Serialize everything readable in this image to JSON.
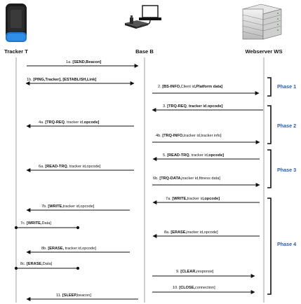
{
  "actors": [
    {
      "label": "Tracker T",
      "icon": "tracker-device-icon"
    },
    {
      "label": "Base B",
      "icon": "laptop-dock-icon"
    },
    {
      "label": "Webserver WS",
      "icon": "server-stack-icon"
    }
  ],
  "messages": [
    {
      "parts": [
        [
          "1a. ",
          0
        ],
        [
          "[SEND,Beacon]",
          1
        ]
      ]
    },
    {
      "parts": [
        [
          "1b. ",
          0
        ],
        [
          "[PING,Tracker], [ESTABLISH,Link]",
          1
        ]
      ]
    },
    {
      "parts": [
        [
          "2. ",
          0
        ],
        [
          "[BS-INFO,",
          1
        ],
        [
          "Client id",
          0
        ],
        [
          ",Platform data]",
          1
        ]
      ]
    },
    {
      "parts": [
        [
          "3. ",
          0
        ],
        [
          "[TRQ-REQ",
          1
        ],
        [
          ", ",
          0
        ],
        [
          "tracker id",
          1
        ],
        [
          ",",
          0
        ],
        [
          "opcode]",
          1
        ]
      ]
    },
    {
      "parts": [
        [
          "4a. ",
          0
        ],
        [
          "[TRQ-REQ",
          1
        ],
        [
          ", tracker id,",
          0
        ],
        [
          "opcode]",
          1
        ]
      ]
    },
    {
      "parts": [
        [
          "4b. ",
          0
        ],
        [
          "[TRQ-INFO,",
          1
        ],
        [
          "tracker id,tracker info]",
          0
        ]
      ]
    },
    {
      "parts": [
        [
          "5. ",
          0
        ],
        [
          "[READ-TRQ",
          1
        ],
        [
          ", tracker id,",
          0
        ],
        [
          "opcode]",
          1
        ]
      ]
    },
    {
      "parts": [
        [
          "6a. ",
          0
        ],
        [
          "[READ-TRQ",
          1
        ],
        [
          ", tracker id,opcode]",
          0
        ]
      ]
    },
    {
      "parts": [
        [
          "6b. ",
          0
        ],
        [
          "[TRQ-DATA,",
          1
        ],
        [
          "tracker id,fitness data]",
          0
        ]
      ]
    },
    {
      "parts": [
        [
          "7a. ",
          0
        ],
        [
          "[WRITE,",
          1
        ],
        [
          "tracker id",
          0
        ],
        [
          ",",
          1
        ],
        [
          "opcode]",
          1
        ]
      ]
    },
    {
      "parts": [
        [
          "7b. ",
          0
        ],
        [
          "[WRITE,",
          1
        ],
        [
          "tracker id,opcode]",
          0
        ]
      ]
    },
    {
      "parts": [
        [
          "7c. ",
          0
        ],
        [
          "[WRITE,",
          1
        ],
        [
          "Data]",
          0
        ]
      ]
    },
    {
      "parts": [
        [
          "8a. ",
          0
        ],
        [
          "[ERASE,",
          1
        ],
        [
          "tracker id,opcode]",
          0
        ]
      ]
    },
    {
      "parts": [
        [
          "8b. ",
          0
        ],
        [
          "[ERASE,",
          1
        ],
        [
          " tracker id,opcode]",
          0
        ]
      ]
    },
    {
      "parts": [
        [
          "8c. ",
          0
        ],
        [
          "[ERASE,",
          1
        ],
        [
          "Data]",
          0
        ]
      ]
    },
    {
      "parts": [
        [
          "9. ",
          0
        ],
        [
          "[CLEAR,",
          1
        ],
        [
          "response]",
          0
        ]
      ]
    },
    {
      "parts": [
        [
          "10. ",
          0
        ],
        [
          "[CLOSE,",
          1
        ],
        [
          "connection]",
          0
        ]
      ]
    },
    {
      "parts": [
        [
          "11. ",
          0
        ],
        [
          "[SLEEP,",
          1
        ],
        [
          "beacon]",
          0
        ]
      ]
    }
  ],
  "phases": [
    "Phase 1",
    "Phase 2",
    "Phase 3",
    "Phase 4"
  ]
}
